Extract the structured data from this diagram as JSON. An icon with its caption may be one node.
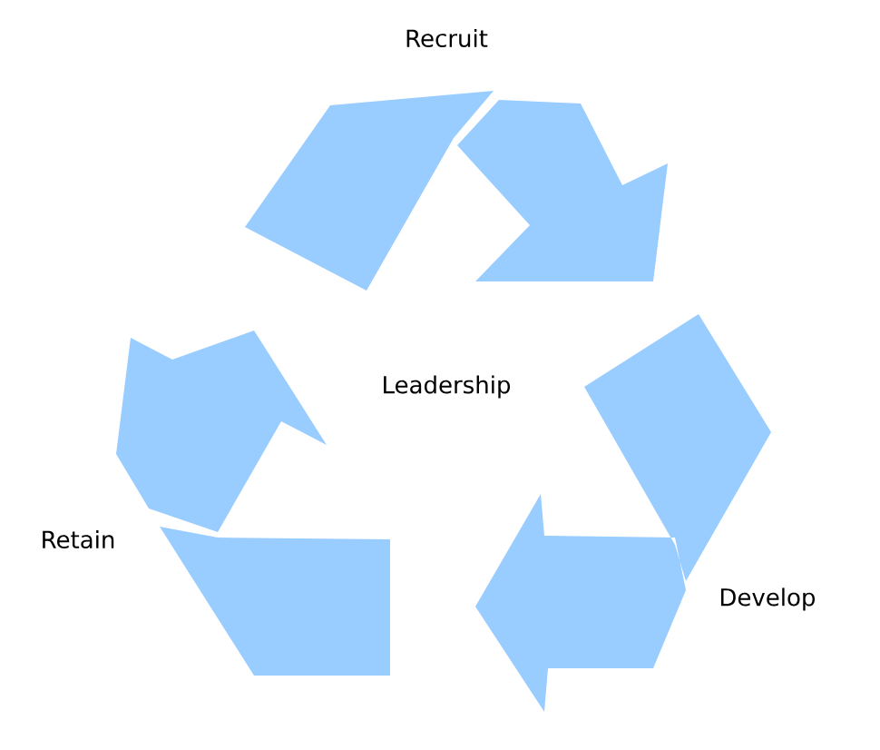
{
  "diagram": {
    "nodes": [
      {
        "text": [
          "Recruit"
        ]
      },
      {
        "text": [
          "Develop"
        ]
      },
      {
        "text": [
          "Retain"
        ]
      }
    ],
    "labels": [
      "Leadership"
    ]
  }
}
